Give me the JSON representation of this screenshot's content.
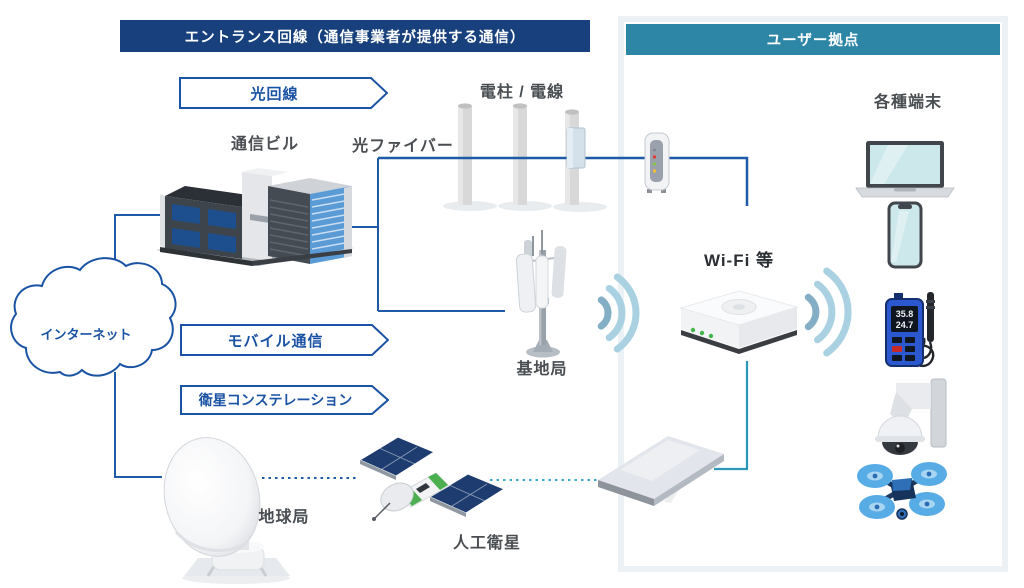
{
  "entrance": {
    "header": "エントランス回線（通信事業者が提供する通信）",
    "links": {
      "optical": "光回線",
      "mobile": "モバイル通信",
      "satellite_constellation": "衛星コンステレーション"
    },
    "nodes": {
      "internet": "インターネット",
      "telecom_building": "通信ビル",
      "optical_fiber": "光ファイバー",
      "utility_pole": "電柱 / 電線",
      "base_station": "基地局",
      "earth_station": "地球局",
      "satellite": "人工衛星"
    }
  },
  "user_site": {
    "header": "ユーザー拠点",
    "wifi_label": "Wi-Fi 等",
    "terminals_label": "各種端末",
    "meter_display": {
      "line1": "35.8",
      "line2": "24.7"
    }
  },
  "colors": {
    "entrance_header_bg": "#17407c",
    "user_site_header_bg": "#2e86a6",
    "arrow_blue": "#1a53a3",
    "line_blue": "#1e5aa8",
    "line_teal": "#2b97ba",
    "wifi_wave_blue": "#a9d1e2",
    "label_gray": "#4a4e52",
    "background": "#ffffff"
  }
}
